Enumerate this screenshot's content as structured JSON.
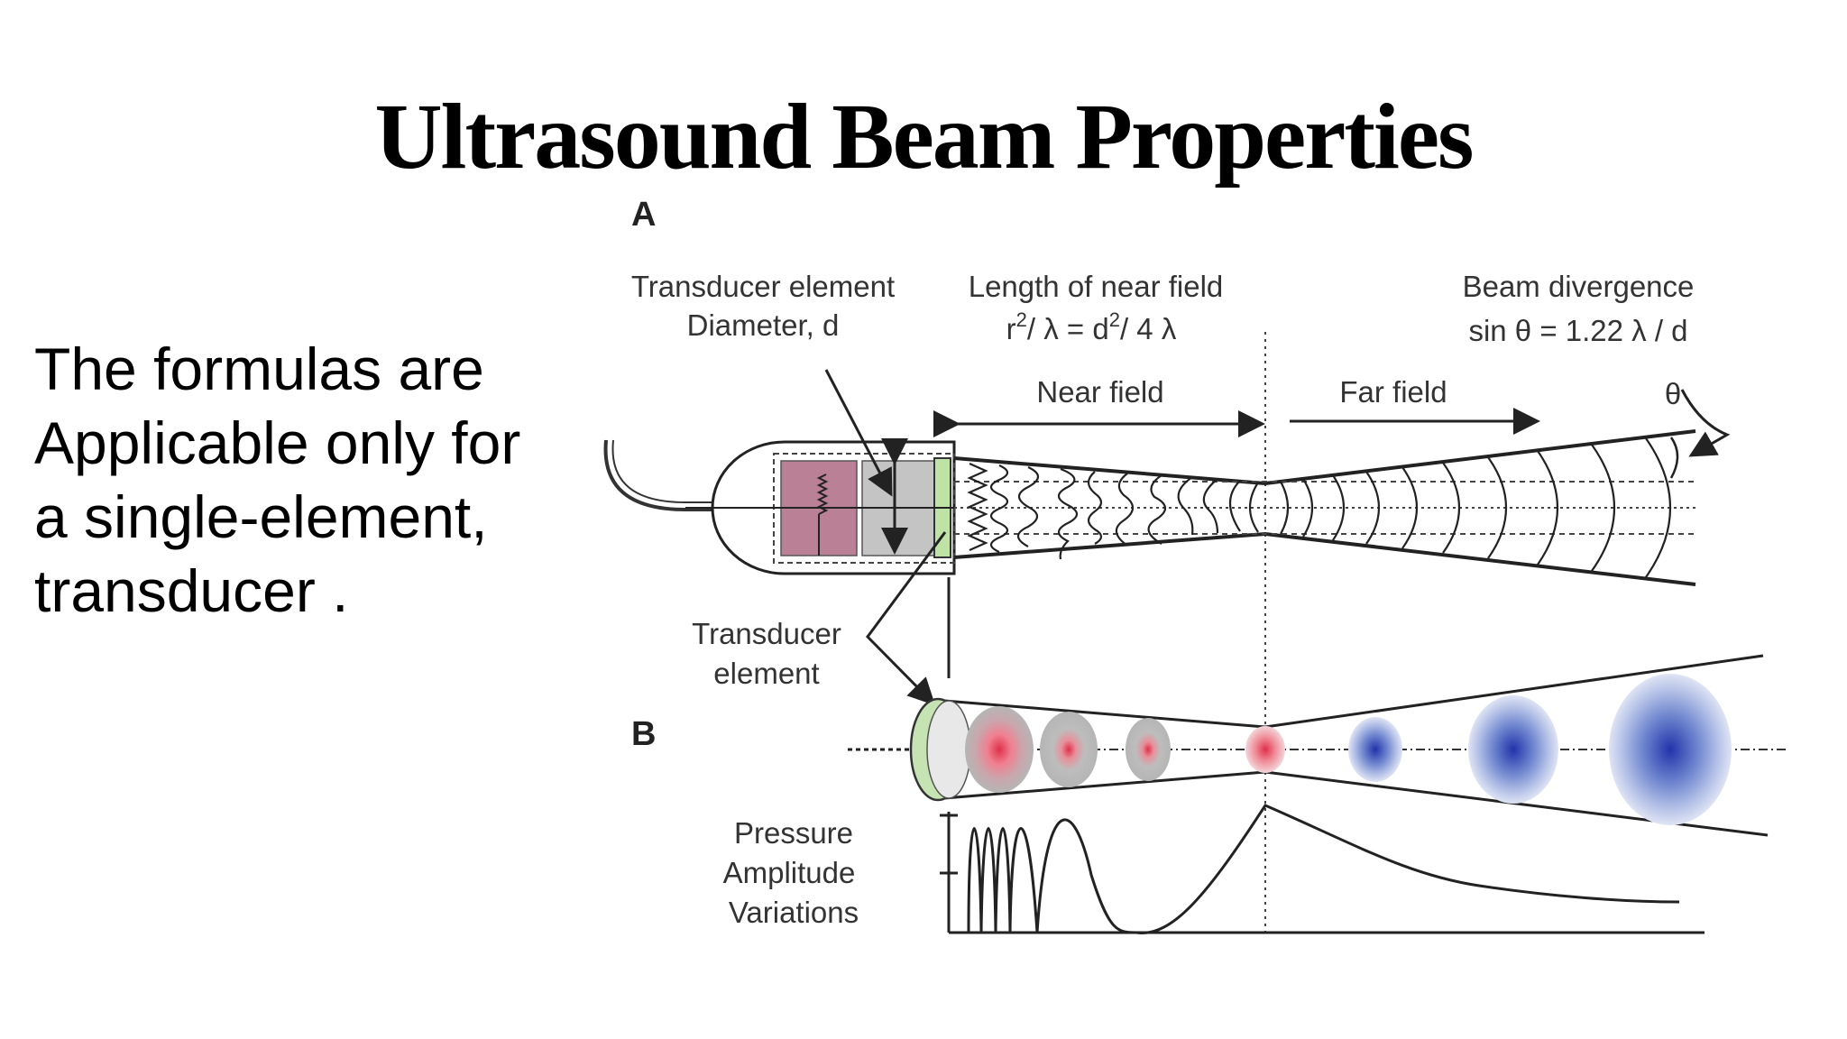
{
  "slide": {
    "title": "Ultrasound Beam Properties",
    "body_lines": [
      "The formulas are",
      "Applicable only for",
      "a single-element,",
      "transducer ."
    ]
  },
  "diagram": {
    "panel_a": "A",
    "panel_b": "B",
    "transducer_label": [
      "Transducer element",
      "Diameter, d"
    ],
    "near_field_length_label": "Length of near field",
    "near_field_formula": {
      "r": "r",
      "r_exp": "2",
      "mid": "/ λ  =  d",
      "d_exp": "2",
      "end": "/ 4 λ"
    },
    "beam_divergence_label": "Beam divergence",
    "beam_divergence_formula": "sin θ = 1.22 λ / d",
    "near_field": "Near field",
    "far_field": "Far field",
    "theta": "θ",
    "element_label": [
      "Transducer",
      "element"
    ],
    "pressure_label": [
      "Pressure",
      "Amplitude",
      "Variations"
    ],
    "colors": {
      "near_spot": "#e0304a",
      "far_spot": "#2233aa",
      "housing_pink": "#b98096",
      "housing_gray": "#c4c4c4",
      "element_green": "#bfe3a6"
    }
  }
}
